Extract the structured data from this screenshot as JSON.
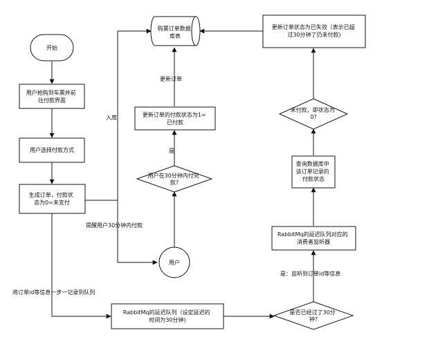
{
  "nodes": {
    "start": "开始",
    "grab_ticket": [
      "用户抢购到车票并前",
      "往付款界面"
    ],
    "choose_payment": "用户选择付款方式",
    "create_order": [
      "生成订单，付款状",
      "态为0=未支付"
    ],
    "database": [
      "购票订单数据",
      "库表"
    ],
    "update_paid": [
      "更新订单的付款状态为1=",
      "已付款"
    ],
    "paid_within_30": [
      "用户在30分钟内付完",
      "款?"
    ],
    "user": "用户",
    "delay_queue": [
      "RabbitMq的延迟队列（设定延迟的",
      "时间为30分钟)"
    ],
    "over_30": [
      "是否已经过了30分",
      "钟?"
    ],
    "consumer_listener": [
      "RabbitMq的延迟队列对应的",
      "消费者监听器"
    ],
    "query_db": [
      "查询数据库中",
      "该订单记录的",
      "付款状态"
    ],
    "unpaid_check": [
      "未付款，即状态为",
      "0?"
    ],
    "update_expired": [
      "更新订单状态为已失效（表示已超",
      "过30分钟了仍未付款)"
    ]
  },
  "edge_labels": {
    "store": "入库",
    "update_order": "更新订单",
    "yes": "是",
    "remind": "提醒用户30分钟内付款",
    "enqueue": "将订单id等信息一步一记录到队列",
    "listen": "是：监听到订单id等信息"
  }
}
